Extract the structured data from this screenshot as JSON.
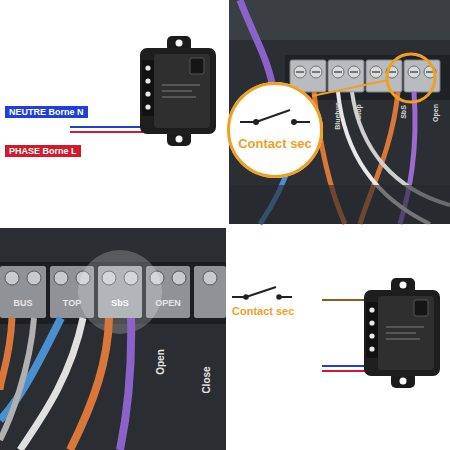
{
  "diagram": {
    "nodes": [
      {
        "text": [
          "NEUTRE Borne N"
        ]
      },
      {
        "text": [
          "PHASE Borne L"
        ]
      },
      {
        "text": [
          "Contact sec"
        ]
      }
    ],
    "labels": [
      "Contact sec",
      "Bluebus",
      "Stop",
      "SbS",
      "Open",
      "BUS",
      "TOP",
      "SbS",
      "OPEN",
      "Open",
      "Close"
    ]
  }
}
